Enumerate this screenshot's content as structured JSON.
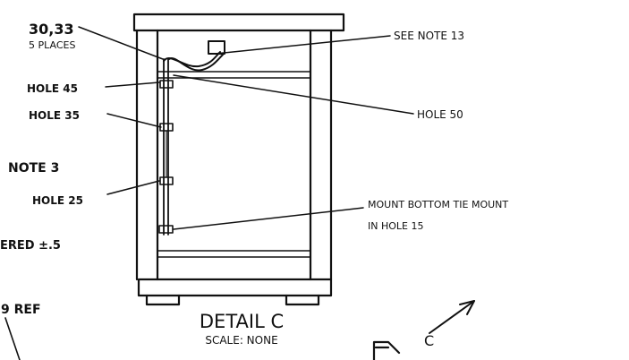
{
  "callouts": {
    "item_numbers": "30,33",
    "places": "5 PLACES",
    "see_note": "SEE NOTE 13",
    "hole_45": "HOLE 45",
    "hole_35": "HOLE 35",
    "hole_50": "HOLE 50",
    "note_3": "NOTE 3",
    "hole_25": "HOLE 25",
    "mount_line1": "MOUNT BOTTOM TIE MOUNT",
    "mount_line2": "IN HOLE 15",
    "tolerance": "ERED ±.5",
    "ref": "9 REF"
  },
  "detail": {
    "title": "DETAIL C",
    "scale": "SCALE: NONE",
    "view_marker": "C"
  }
}
